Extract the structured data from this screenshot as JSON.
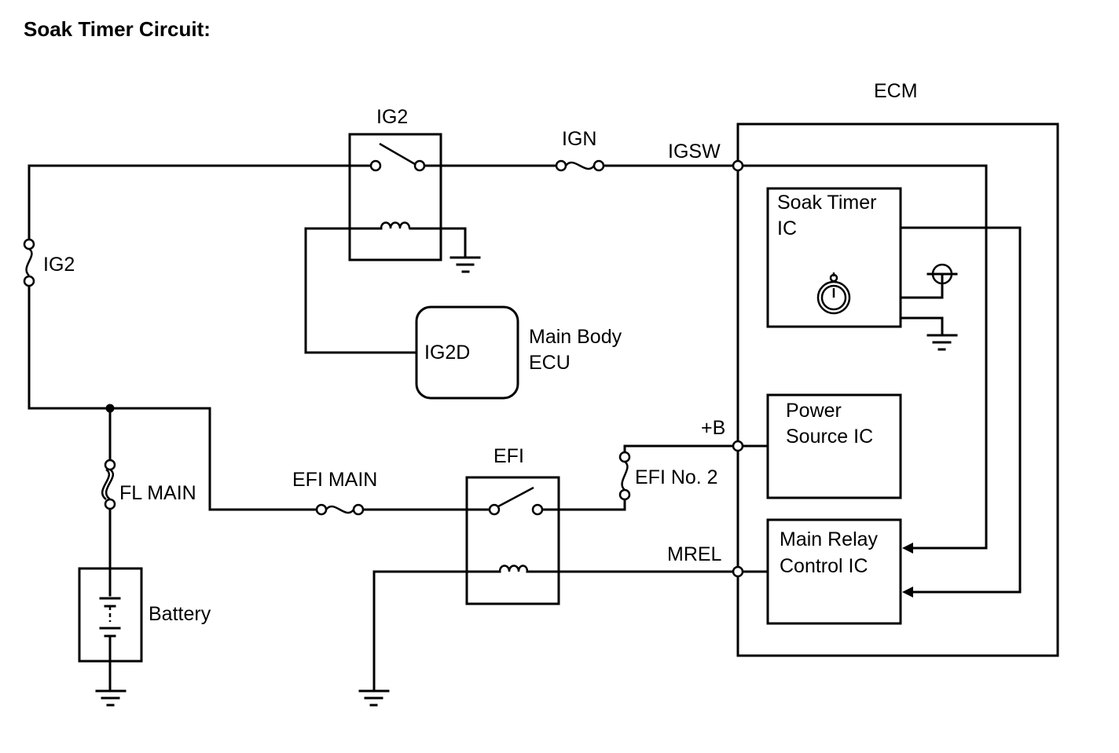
{
  "title": "Soak Timer Circuit:",
  "labels": {
    "ecm": "ECM",
    "ig2_relay": "IG2",
    "ign_fuse": "IGN",
    "igsw": "IGSW",
    "ig2_fuse": "IG2",
    "soak_timer_line1": "Soak Timer",
    "soak_timer_line2": "IC",
    "ig2d": "IG2D",
    "main_body_line1": "Main Body",
    "main_body_line2": "ECU",
    "plus_b": "+B",
    "power_source_line1": "Power",
    "power_source_line2": "Source IC",
    "efi_relay": "EFI",
    "efi_main": "EFI MAIN",
    "efi_no2": "EFI No. 2",
    "fl_main": "FL MAIN",
    "mrel": "MREL",
    "main_relay_line1": "Main Relay",
    "main_relay_line2": "Control IC",
    "battery": "Battery"
  }
}
